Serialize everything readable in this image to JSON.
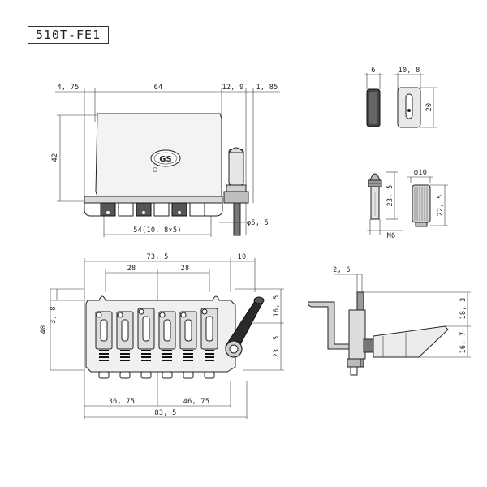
{
  "model_code": "510T-FE1",
  "colors": {
    "line": "#333333",
    "metal_light": "#e8e8e8",
    "metal_mid": "#c8c8c8",
    "metal_dark": "#555555",
    "black": "#111111"
  },
  "top_view": {
    "dim_left": "4, 75",
    "dim_width": "64",
    "dim_right_a": "12, 9",
    "dim_right_b": "1, 85",
    "dim_height": "42",
    "dim_post": "φ5, 5",
    "dim_spacing": "54(10, 8×5)",
    "badge_text": "GS"
  },
  "front_view": {
    "dim_total_top": "73, 5",
    "dim_arm": "10",
    "dim_sub_a": "28",
    "dim_sub_b": "28",
    "dim_height": "40",
    "dim_small": "3, 8",
    "dim_right_upper": "16, 5",
    "dim_right_lower": "23, 5",
    "dim_bottom_a": "36, 75",
    "dim_bottom_b": "46, 75",
    "dim_bottom_total": "83, 5"
  },
  "side_view": {
    "dim_top": "2, 6",
    "dim_right_total": "18, 3",
    "dim_right_part": "16, 7"
  },
  "parts": {
    "block_width": "6",
    "slot_width": "10, 8",
    "slot_height": "20",
    "post_height": "23, 5",
    "post_thread": "M6",
    "knurl_dia": "φ10",
    "knurl_height": "22, 5"
  }
}
